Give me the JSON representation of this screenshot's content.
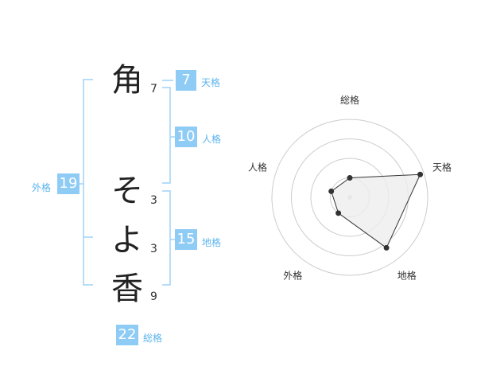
{
  "name": {
    "chars": [
      "角",
      "そ",
      "よ",
      "香"
    ],
    "strokes": [
      "7",
      "3",
      "3",
      "9"
    ]
  },
  "fortune": {
    "tenkaku": {
      "value": "7",
      "label": "天格"
    },
    "jinkaku": {
      "value": "10",
      "label": "人格"
    },
    "chikaku": {
      "value": "15",
      "label": "地格"
    },
    "gaikaku": {
      "value": "19",
      "label": "外格"
    },
    "soukaku": {
      "value": "22",
      "label": "総格"
    }
  },
  "chart_data": {
    "type": "radar",
    "axes": [
      "総格",
      "天格",
      "地格",
      "外格",
      "人格"
    ],
    "values": [
      0.25,
      0.95,
      0.8,
      0.25,
      0.25
    ],
    "rings": 4,
    "colors": {
      "fill": "#eeeeee",
      "stroke": "#333333",
      "point": "#333333",
      "grid": "#cccccc"
    }
  },
  "colors": {
    "accent": "#8ecbf5",
    "accent_text": "#5bb4ef",
    "bracket": "#9fd2f5"
  }
}
